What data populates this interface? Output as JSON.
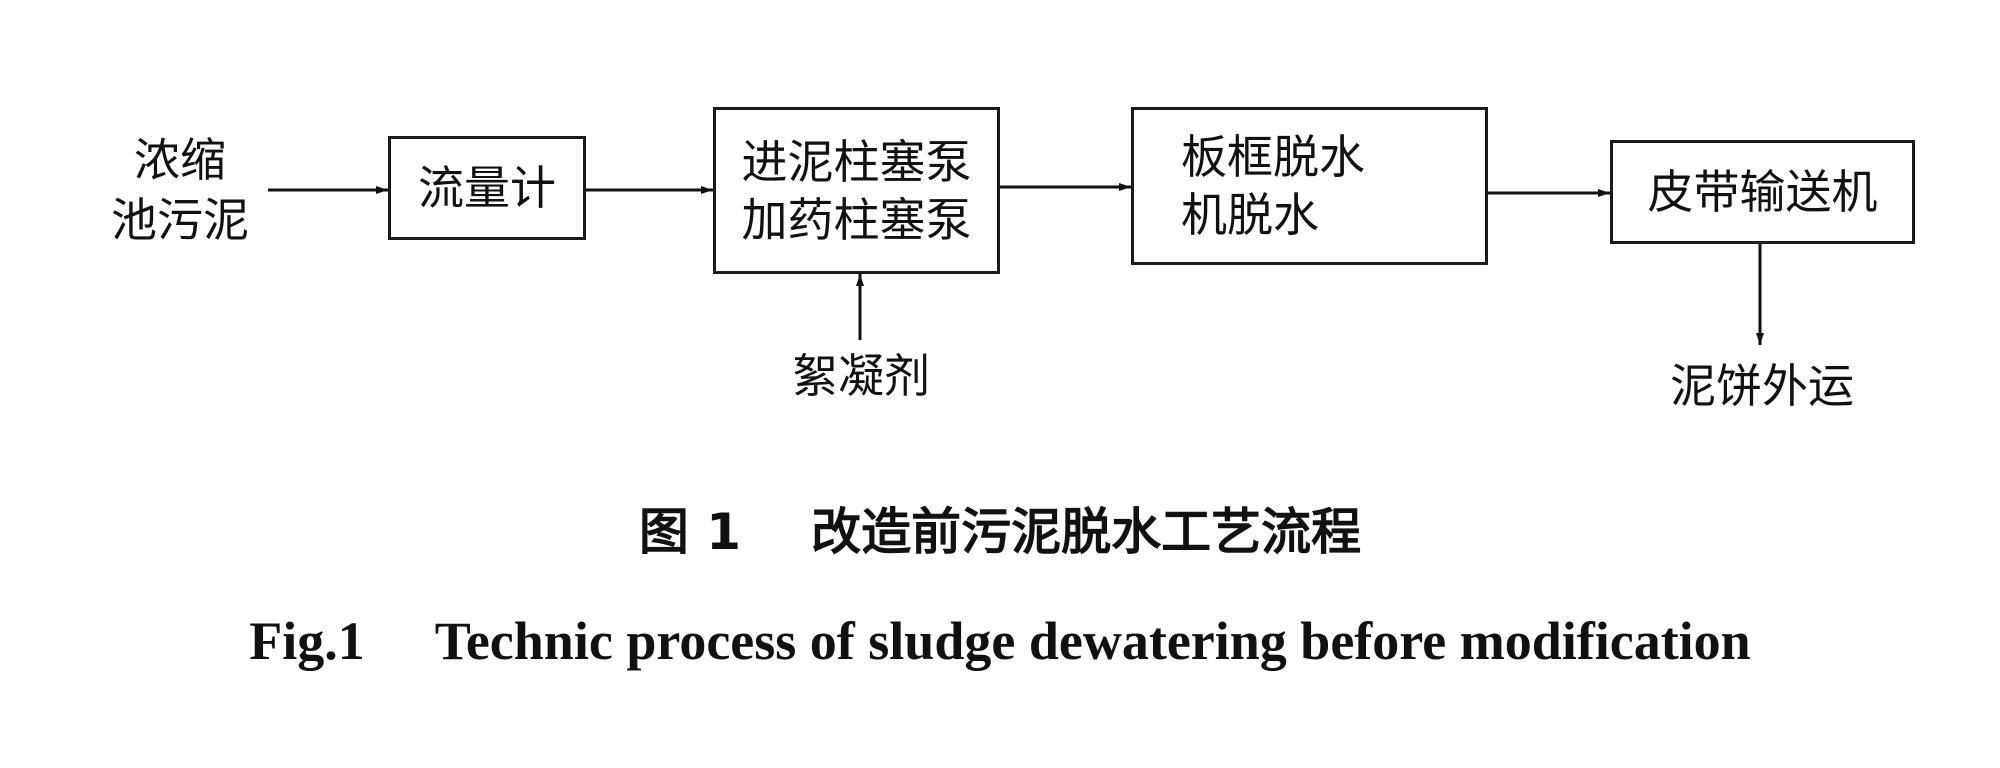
{
  "diagram": {
    "source_label": {
      "line1": "浓缩",
      "line2": "池污泥"
    },
    "boxes": {
      "flowmeter": {
        "line1": "流量计"
      },
      "pumps": {
        "line1": "进泥柱塞泵",
        "line2": "加药柱塞泵"
      },
      "filter_press": {
        "line1": "板框脱水",
        "line2": "机脱水"
      },
      "conveyor": {
        "line1": "皮带输送机"
      }
    },
    "flocculant_label": "絮凝剂",
    "output_label": "泥饼外运"
  },
  "caption": {
    "cn_number": "图 1",
    "cn_title": "改造前污泥脱水工艺流程",
    "en_number": "Fig.1",
    "en_title": "Technic process of sludge dewatering before modification"
  }
}
